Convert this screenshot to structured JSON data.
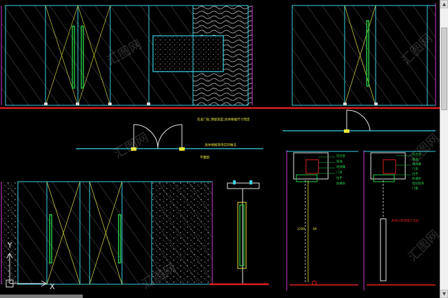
{
  "viewport": {
    "background": "#000000"
  },
  "drawing": {
    "annotations": {
      "top_note": "在此门处,预留宽度,具体根据尺寸而定",
      "mid_note": "具体根据现场实际做法",
      "small_note": "平面图",
      "dim_left": "1200",
      "dim_right": "80"
    },
    "callouts_a": [
      "铝合金",
      "玻璃",
      "地弹簧",
      "门夹",
      "拉手",
      "防撞条"
    ],
    "callouts_b": [
      "铝合金",
      "玻璃",
      "地弹簧",
      "门夹",
      "拉手",
      "防撞条",
      "密封胶条",
      "门槛"
    ],
    "section_note": "具体以现场施工为准"
  },
  "ucs": {
    "x_label": "X",
    "y_label": "Y"
  },
  "watermark": {
    "text": "汇图网"
  },
  "colors": {
    "cyan": "#37d4e6",
    "magenta": "#d03ad0",
    "red": "#e02020",
    "green": "#28d04a",
    "white": "#e8e8e8",
    "yellow": "#e8e83a"
  }
}
